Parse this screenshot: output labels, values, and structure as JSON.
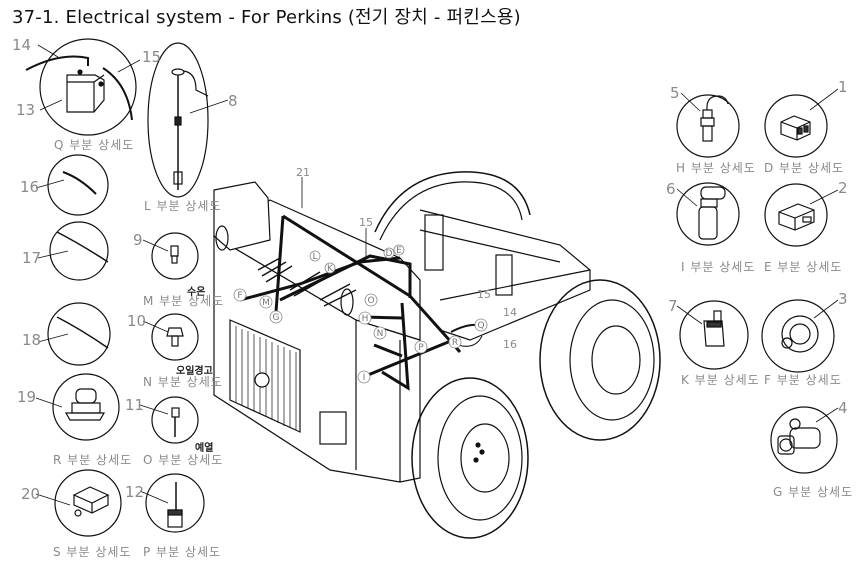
{
  "title": "37-1. Electrical system - For Perkins (전기 장치 - 퍼킨스용)",
  "detail_suffix": "부분 상세도",
  "details": [
    {
      "letter": "Q",
      "caption": "Q 부분 상세도",
      "parts": [
        "13",
        "14",
        "15"
      ],
      "component": "battery"
    },
    {
      "letter": "L",
      "caption": "L 부분 상세도",
      "parts": [
        "8"
      ],
      "component": "fuel-level-sender"
    },
    {
      "letter": "M",
      "caption": "M 부분 상세도",
      "parts": [
        "9"
      ],
      "component": "sensor",
      "note": "수온"
    },
    {
      "letter": "N",
      "caption": "N 부분 상세도",
      "parts": [
        "10"
      ],
      "component": "sensor",
      "note": "오일경고"
    },
    {
      "letter": "O",
      "caption": "O 부분 상세도",
      "parts": [
        "11"
      ],
      "component": "sensor",
      "note": "예열"
    },
    {
      "letter": "P",
      "caption": "P 부분 상세도",
      "parts": [
        "12"
      ],
      "component": "sender"
    },
    {
      "letter": "R",
      "caption": "R 부분 상세도",
      "parts": [
        "19"
      ],
      "component": "horn"
    },
    {
      "letter": "S",
      "caption": "S 부분 상세도",
      "parts": [
        "20"
      ],
      "component": "module"
    },
    {
      "letter": "H",
      "caption": "H 부분 상세도",
      "parts": [
        "5"
      ],
      "component": "pressure-switch"
    },
    {
      "letter": "D",
      "caption": "D 부분 상세도",
      "parts": [
        "1"
      ],
      "component": "relay"
    },
    {
      "letter": "I",
      "caption": "I 부분 상세도",
      "parts": [
        "6"
      ],
      "component": "fuel-filter"
    },
    {
      "letter": "E",
      "caption": "E 부분 상세도",
      "parts": [
        "2"
      ],
      "component": "controller"
    },
    {
      "letter": "K",
      "caption": "K 부분 상세도",
      "parts": [
        "7"
      ],
      "component": "relay"
    },
    {
      "letter": "F",
      "caption": "F 부분 상세도",
      "parts": [
        "3"
      ],
      "component": "alternator"
    },
    {
      "letter": "G",
      "caption": "G 부분 상세도",
      "parts": [
        "4"
      ],
      "component": "starter-motor"
    }
  ],
  "wire_details": [
    {
      "part": "16"
    },
    {
      "part": "17"
    },
    {
      "part": "18"
    }
  ],
  "machine_callouts": {
    "part_numbers": [
      "21",
      "15",
      "15",
      "14",
      "16"
    ],
    "letters": [
      "F",
      "M",
      "G",
      "O",
      "H",
      "N",
      "P",
      "I",
      "R",
      "Q",
      "L",
      "K",
      "D",
      "E"
    ]
  }
}
